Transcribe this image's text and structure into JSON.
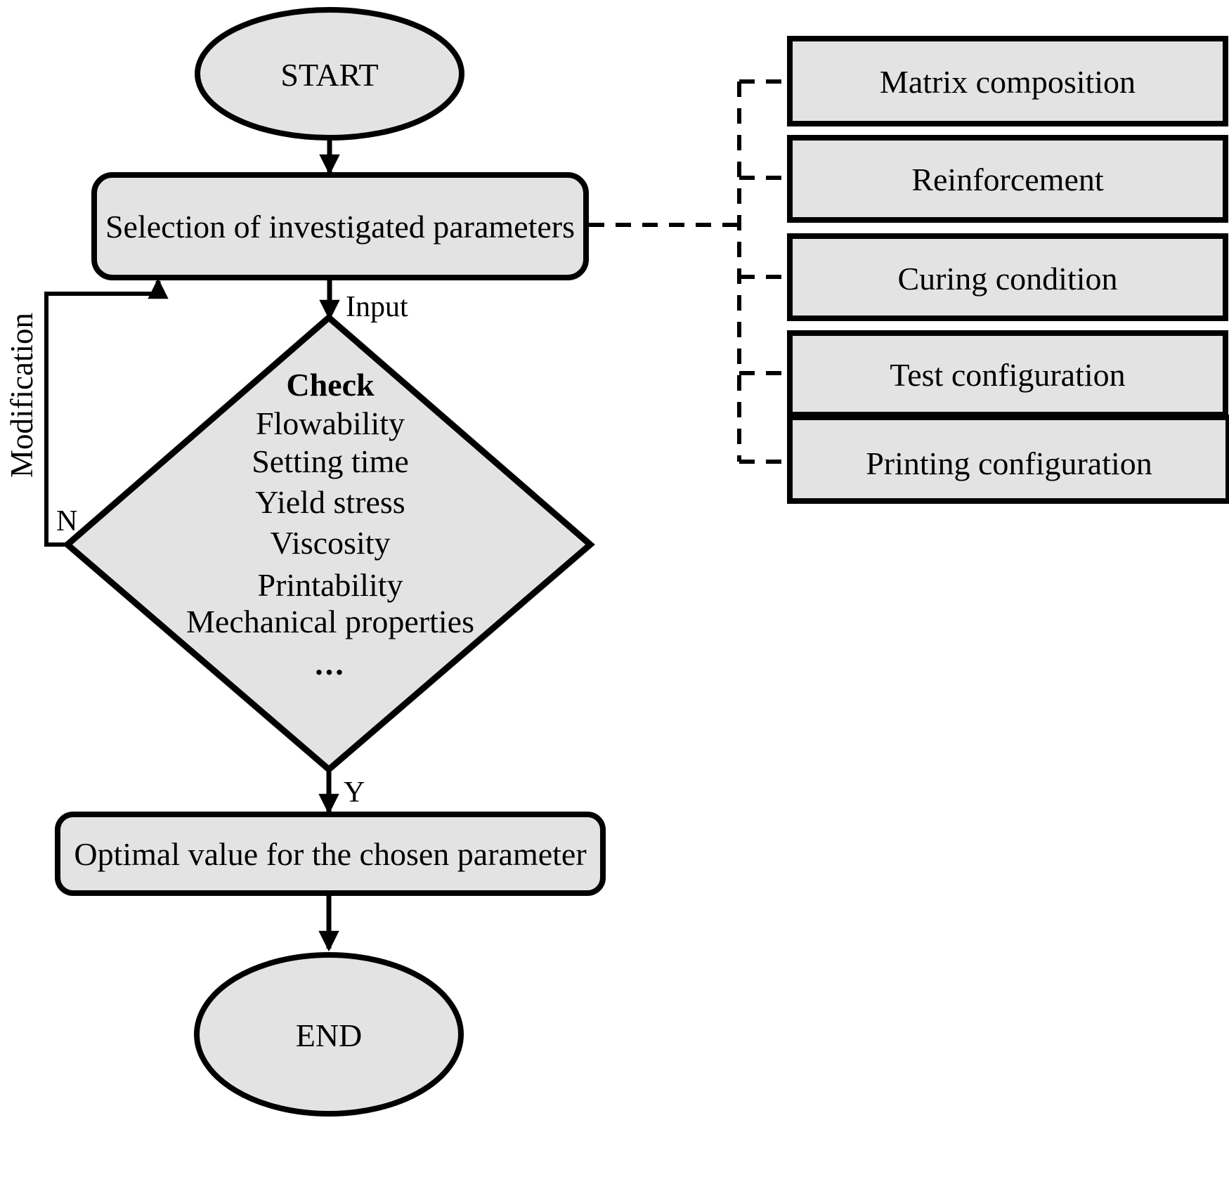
{
  "diagram": {
    "title_nodes": {
      "start": "START",
      "end": "END"
    },
    "process_boxes": {
      "selection": "Selection of investigated parameters",
      "optimal": "Optimal value for the chosen parameter"
    },
    "decision": {
      "heading": "Check",
      "items": [
        "Flowability",
        "Setting time",
        "Yield stress",
        "Viscosity",
        "Printability",
        "Mechanical properties"
      ],
      "ellipsis": "..."
    },
    "edge_labels": {
      "input": "Input",
      "yes": "Y",
      "no": "N",
      "modification": "Modification"
    },
    "parameter_boxes": [
      "Matrix composition",
      "Reinforcement",
      "Curing condition",
      "Test configuration",
      "Printing configuration"
    ],
    "colors": {
      "shape_fill": "#e3e3e3",
      "stroke": "#000000",
      "background": "#ffffff"
    }
  }
}
